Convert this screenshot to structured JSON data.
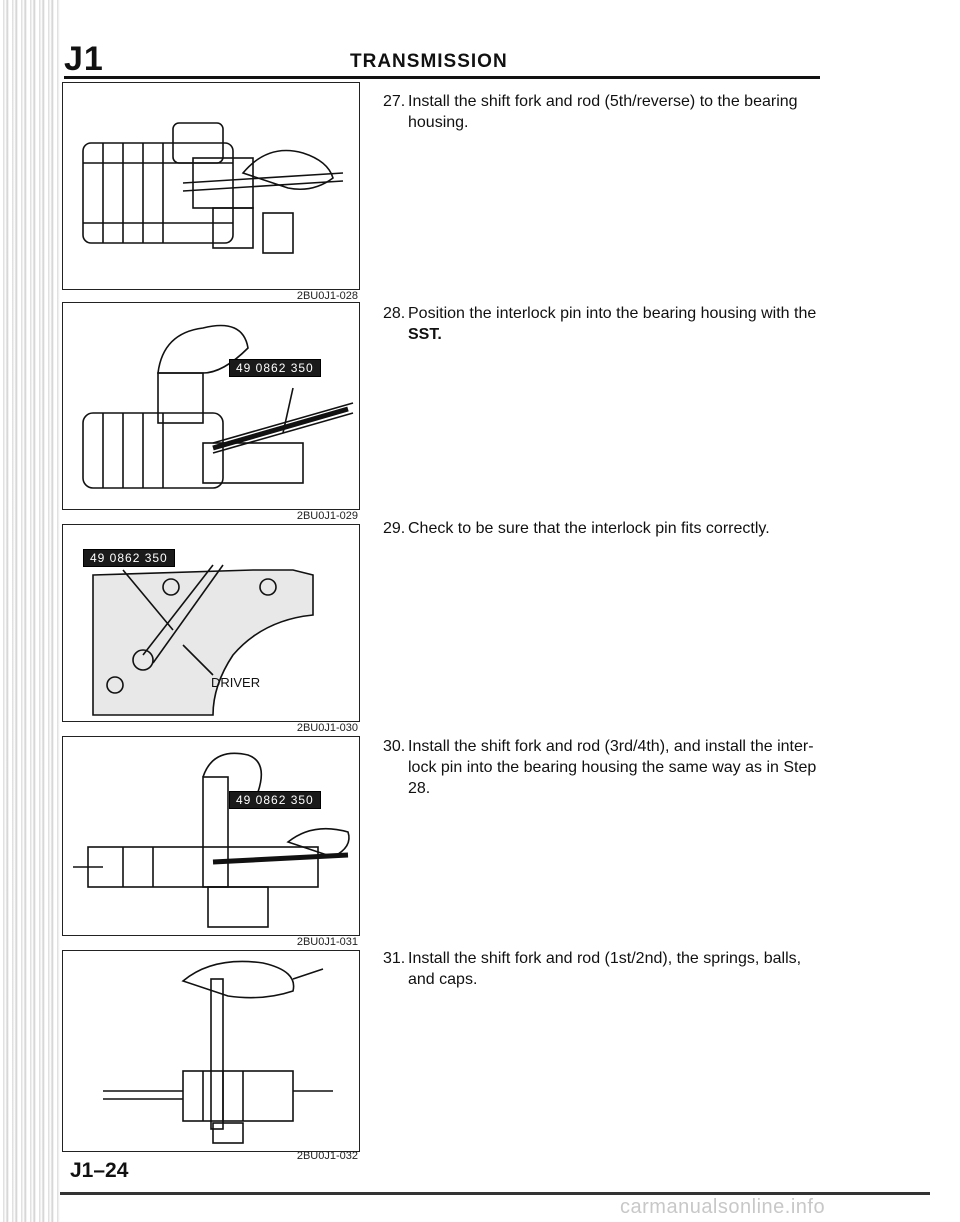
{
  "header": {
    "section_code": "J1",
    "title": "TRANSMISSION"
  },
  "figures": [
    {
      "code": "2BU0J1-028"
    },
    {
      "code": "2BU0J1-029",
      "tool_label": "49 0862 350"
    },
    {
      "code": "2BU0J1-030",
      "tool_label": "49 0862 350",
      "callout": "DRIVER"
    },
    {
      "code": "2BU0J1-031",
      "tool_label": "49 0862 350"
    },
    {
      "code": "2BU0J1-032"
    }
  ],
  "steps": [
    {
      "num": "27.",
      "text": "Install the shift fork and rod (5th/reverse) to the bearing housing."
    },
    {
      "num": "28.",
      "text": "Position the interlock pin into the bearing housing with the",
      "bold": "SST."
    },
    {
      "num": "29.",
      "text": "Check to be sure that the interlock pin fits correctly."
    },
    {
      "num": "30.",
      "text": "Install the shift fork and rod (3rd/4th), and install the inter-lock pin into the bearing housing the same way as in Step 28."
    },
    {
      "num": "31.",
      "text": "Install the shift fork and rod (1st/2nd), the springs, balls, and caps."
    }
  ],
  "footer": {
    "page_number": "J1–24",
    "watermark": "carmanualsonline.info"
  }
}
